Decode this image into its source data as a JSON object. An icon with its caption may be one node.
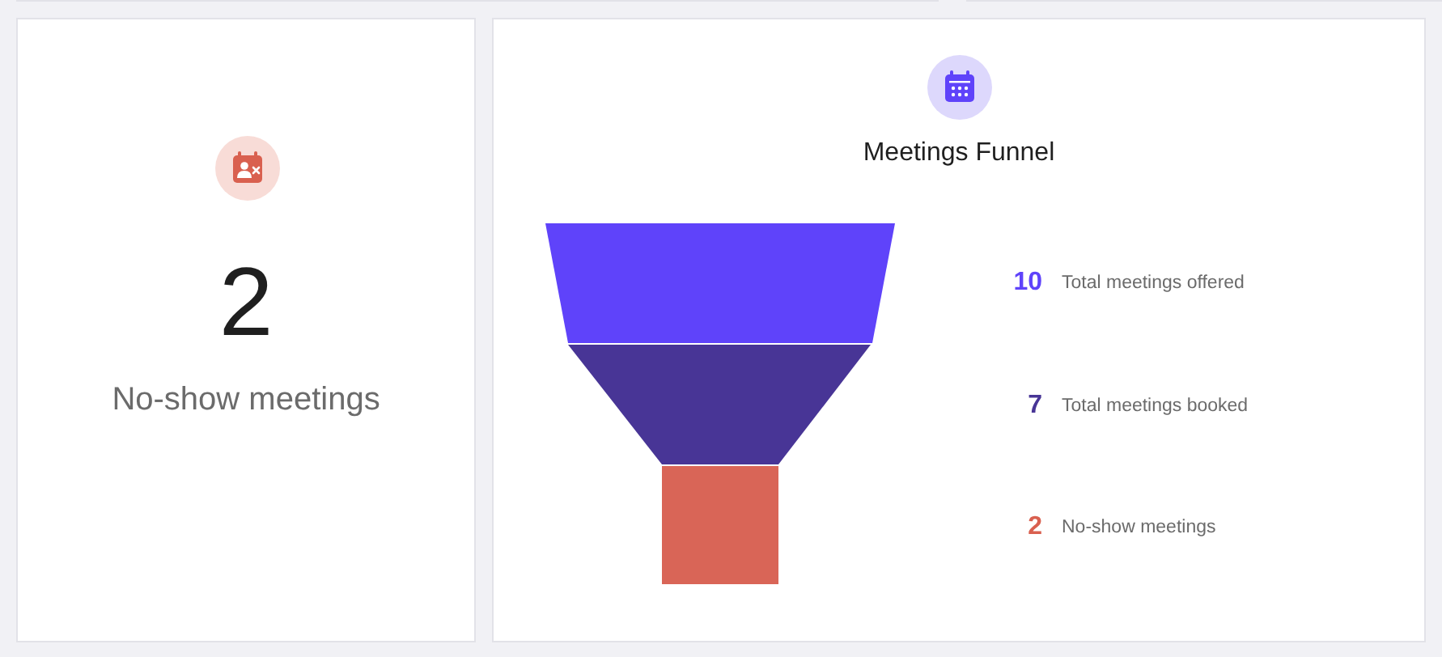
{
  "diagram": {
    "nodes": [
      {
        "text": [
          "2",
          "No-show meetings"
        ]
      },
      {
        "text": [
          "Meetings Funnel"
        ]
      },
      {
        "text": [],
        "shape": "trapezoid",
        "in": 1
      },
      {
        "text": [],
        "shape": "trapezoid",
        "in": 1
      },
      {
        "text": [],
        "shape": "box",
        "in": 1
      }
    ],
    "labels": [
      "10",
      "Total meetings offered",
      "7",
      "Total meetings booked",
      "2",
      "No-show meetings"
    ]
  }
}
